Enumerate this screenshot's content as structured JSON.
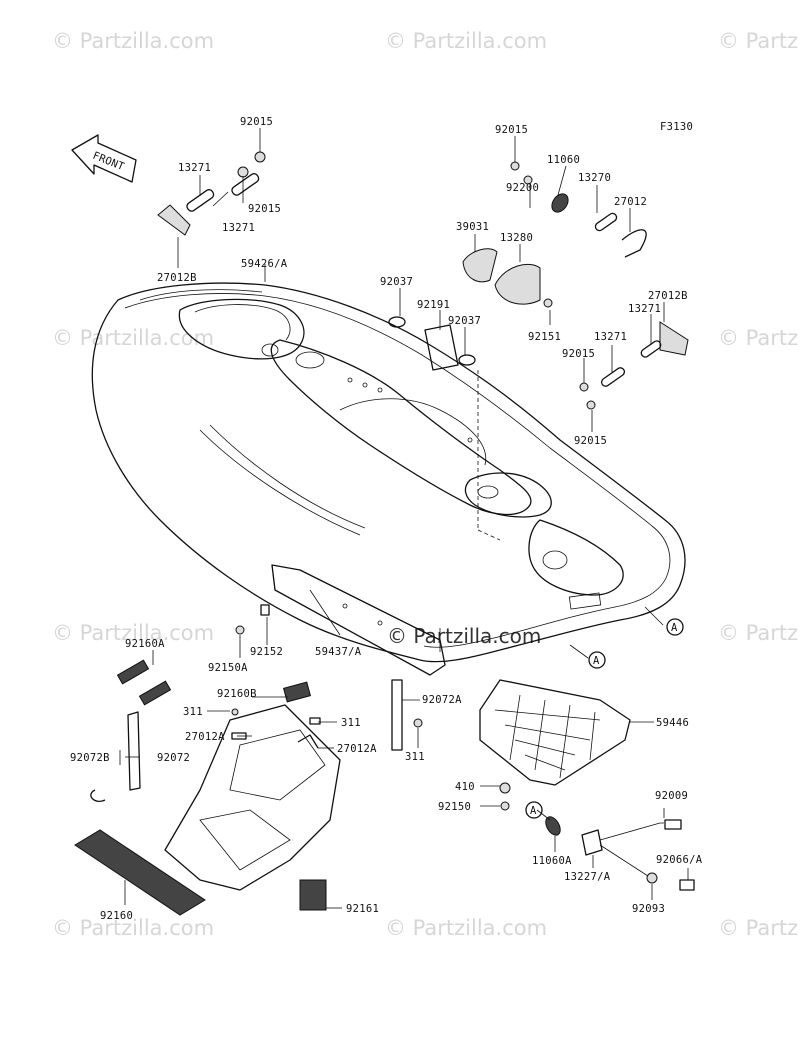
{
  "watermark": "© Partzilla.com",
  "figure_code": "F3130",
  "front_label": "FRONT",
  "reference_marker": "A",
  "part_labels": {
    "p92015_a": "92015",
    "p13271_a": "13271",
    "p92015_b": "92015",
    "p13271_b": "13271",
    "p27012b_a": "27012B",
    "p59426a": "59426/A",
    "p92015_c": "92015",
    "p11060": "11060",
    "p92200": "92200",
    "p13270": "13270",
    "p27012": "27012",
    "p39031": "39031",
    "p13280": "13280",
    "p92037_a": "92037",
    "p92191": "92191",
    "p92037_b": "92037",
    "p92151": "92151",
    "p27012b_b": "27012B",
    "p13271_c": "13271",
    "p92015_d": "92015",
    "p13271_d": "13271",
    "p92015_e": "92015",
    "p92160a": "92160A",
    "p92150a": "92150A",
    "p92152": "92152",
    "p59437a": "59437/A",
    "p92160b": "92160B",
    "p311_a": "311",
    "p311_b": "311",
    "p27012a_a": "27012A",
    "p27012a_b": "27012A",
    "p92072a": "92072A",
    "p311_c": "311",
    "p59446": "59446",
    "p92072b": "92072B",
    "p92072": "92072",
    "p410": "410",
    "p92150": "92150",
    "p92009": "92009",
    "p11060a": "11060A",
    "p13227a": "13227/A",
    "p92066a": "92066/A",
    "p92093": "92093",
    "p92160": "92160",
    "p92161": "92161"
  }
}
